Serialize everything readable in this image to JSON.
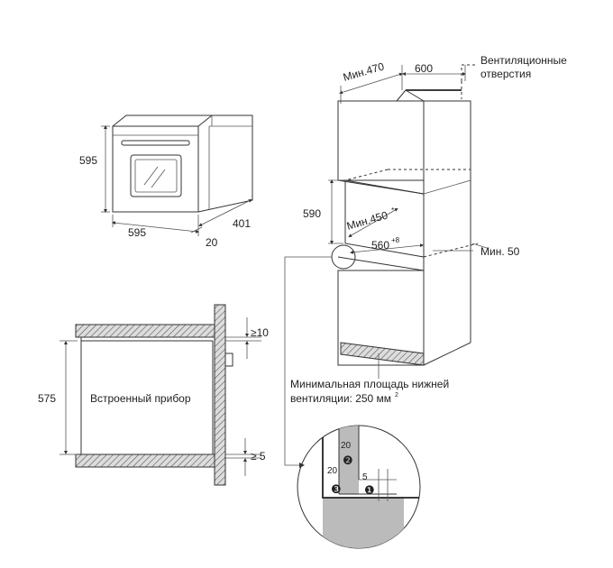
{
  "oven": {
    "height": "595",
    "width": "595",
    "depth": "401",
    "front": "20"
  },
  "cabinet": {
    "min_depth": "Мин.470",
    "depth": "600",
    "vent_label": [
      "Вентиляционные",
      "отверстия"
    ],
    "niche_height": "590",
    "niche_depth_min": "Мин.450",
    "niche_depth_sup": "*",
    "niche_width": "560",
    "niche_width_sup": "+8",
    "side_gap": "Мин. 50",
    "bottom_vent_label": [
      "Минимальная площадь нижней",
      "вентиляции: 250 мм"
    ],
    "bottom_vent_sup": "2"
  },
  "side": {
    "height": "575",
    "device_label": "Встроенный прибор",
    "top_gap": "≥10",
    "bottom_gap": "≥ 5"
  },
  "detail": {
    "dim_top": "20",
    "dim_left": "20",
    "dim_right": "5",
    "markers": [
      "❷",
      "❸",
      "❶"
    ]
  }
}
